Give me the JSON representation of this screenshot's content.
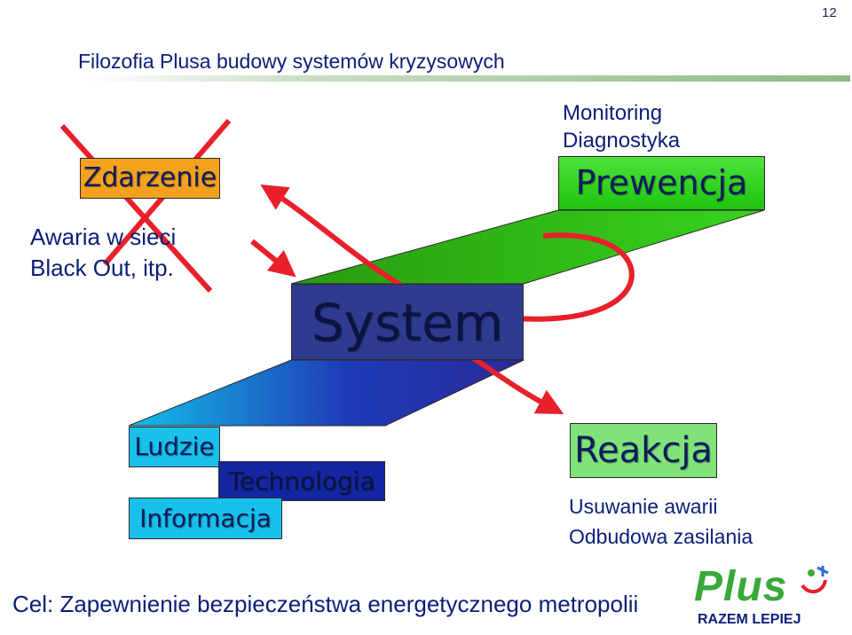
{
  "page_number": "12",
  "title": "Filozofia Plusa budowy systemów kryzysowych",
  "event": {
    "box_label": "Zdarzenie",
    "desc_line1": "Awaria w sieci",
    "desc_line2": "Black Out, itp."
  },
  "prevention": {
    "caption_line1": "Monitoring",
    "caption_line2": "Diagnostyka",
    "box_label": "Prewencja"
  },
  "system": {
    "box_label": "System"
  },
  "foundation": {
    "people": "Ludzie",
    "technology": "Technologia",
    "information": "Informacja"
  },
  "reaction": {
    "box_label": "Reakcja",
    "desc_line1": "Usuwanie awarii",
    "desc_line2": "Odbudowa zasilania"
  },
  "goal": "Cel: Zapewnienie bezpieczeństwa energetycznego metropolii",
  "logo": {
    "word": "Plus",
    "tagline": "RAZEM LEPIEJ"
  },
  "colors": {
    "title_text": "#0b1e78",
    "event_box": "#f5a11d",
    "prevention_box": "#2ad01a",
    "system_box": "#2e3b8f",
    "people_box": "#18c0ea",
    "technology_box": "#1526a2",
    "reaction_box": "#7fe37a",
    "arrow": "#e8202a",
    "logo_green": "#3aa83a"
  }
}
